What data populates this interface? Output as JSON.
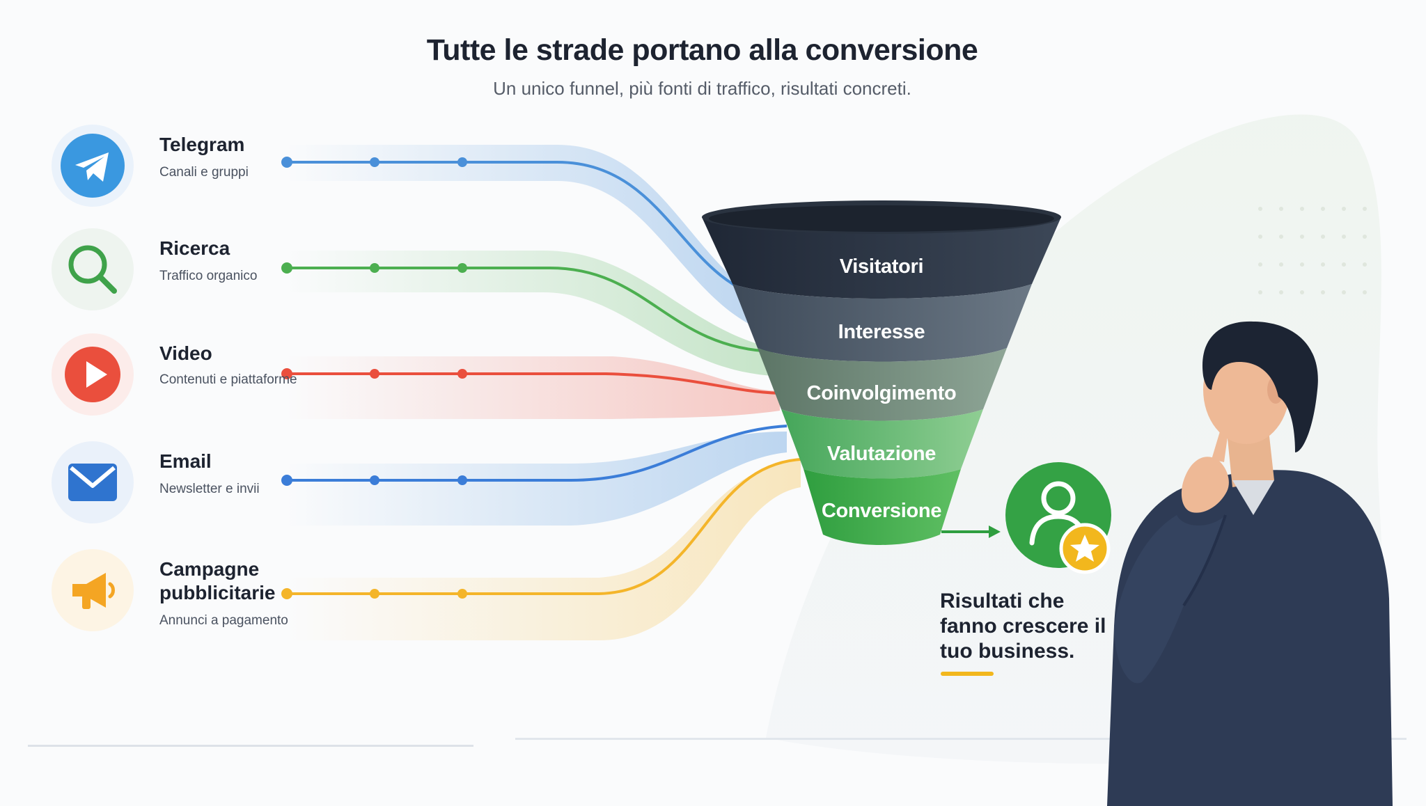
{
  "title": "Tutte le strade portano alla conversione",
  "subtitle": "Un unico funnel, più fonti di traffico, risultati concreti.",
  "channels": [
    {
      "name": "Telegram",
      "description": "Canali e gruppi",
      "icon": "telegram-icon",
      "color": "#4a90d9"
    },
    {
      "name": "Ricerca",
      "description": "Traffico organico",
      "icon": "search-icon",
      "color": "#4caf50"
    },
    {
      "name": "Video",
      "description": "Contenuti e piattaforme",
      "icon": "play-icon",
      "color": "#ea4f3d"
    },
    {
      "name": "Email",
      "description": "Newsletter e invii",
      "icon": "envelope-icon",
      "color": "#3b7dd8"
    },
    {
      "name": "Campagne pubblicitarie",
      "description": "Annunci a pagamento",
      "icon": "megaphone-icon",
      "color": "#f4b52a"
    }
  ],
  "funnel": {
    "stages": [
      "Visitatori",
      "Interesse",
      "Coinvolgimento",
      "Valutazione",
      "Conversione"
    ]
  },
  "result": {
    "text": "Risultati che fanno crescere il tuo business.",
    "icon": "user-star-icon",
    "accent": "#f2b71d"
  }
}
